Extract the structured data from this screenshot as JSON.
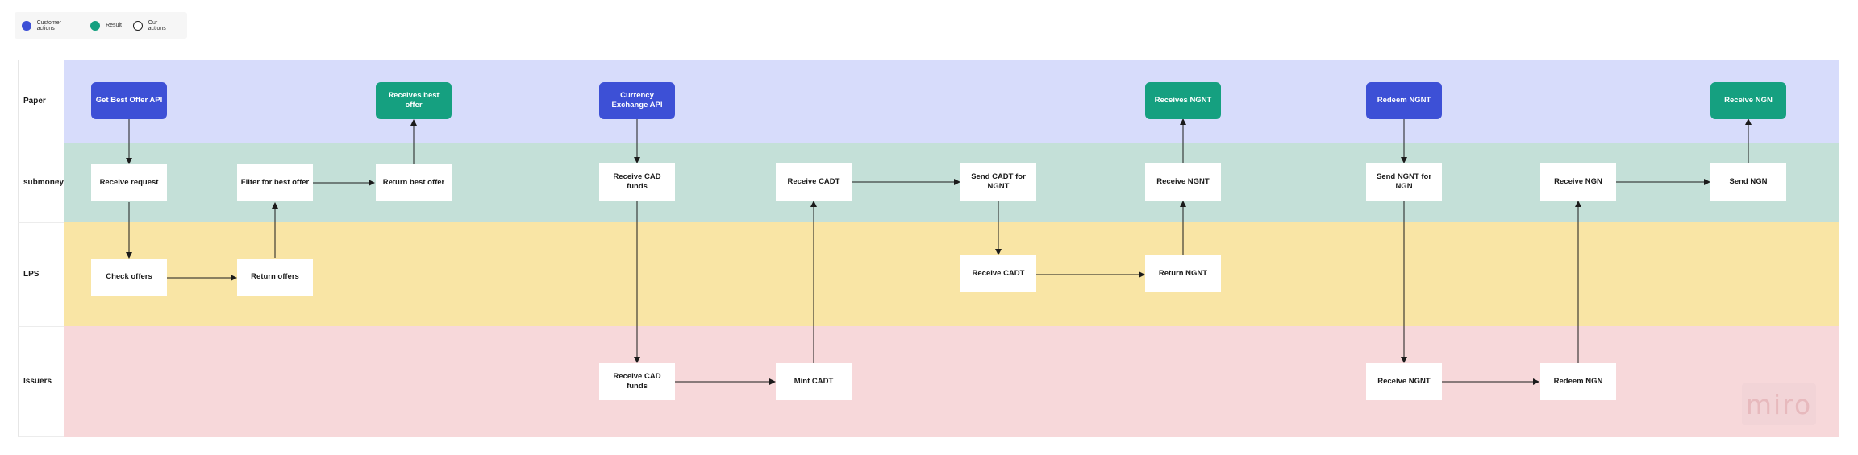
{
  "legend": {
    "customer": {
      "label": "Customer actions",
      "color": "#3d50d6"
    },
    "result": {
      "label": "Result",
      "color": "#15a080"
    },
    "ours": {
      "label": "Our actions",
      "color": "#ffffff"
    }
  },
  "lanes": {
    "paper": {
      "title": "Paper",
      "color": "#d7dcfb"
    },
    "submoney": {
      "title": "submoney",
      "color": "#c4e0d8"
    },
    "lps": {
      "title": "LPS",
      "color": "#f9e5a5"
    },
    "issuers": {
      "title": "Issuers",
      "color": "#f7d8da"
    }
  },
  "nodes": {
    "get_best_offer": "Get Best Offer API",
    "receives_best_offer": "Receives best offer",
    "currency_exchange": "Currency Exchange API",
    "receives_ngnt": "Receives NGNT",
    "redeem_ngnt": "Redeem NGNT",
    "receive_ngn_paper": "Receive NGN",
    "receive_request": "Receive request",
    "filter_best_offer": "Filter for best offer",
    "return_best_offer": "Return best offer",
    "receive_cad_funds_sub": "Receive CAD funds",
    "receive_cadt": "Receive CADT",
    "send_cadt_for_ngnt": "Send CADT for NGNT",
    "receive_ngnt_sub": "Receive NGNT",
    "send_ngnt_for_ngn": "Send NGNT for NGN",
    "receive_ngn_sub": "Receive NGN",
    "send_ngn": "Send NGN",
    "check_offers": "Check offers",
    "return_offers": "Return offers",
    "receive_cadt_lps": "Receive CADT",
    "return_ngnt": "Return NGNT",
    "receive_cad_funds_iss": "Receive CAD funds",
    "mint_cadt": "Mint CADT",
    "receive_ngnt_iss": "Receive NGNT",
    "redeem_ngn": "Redeem NGN"
  },
  "watermark": "miro"
}
